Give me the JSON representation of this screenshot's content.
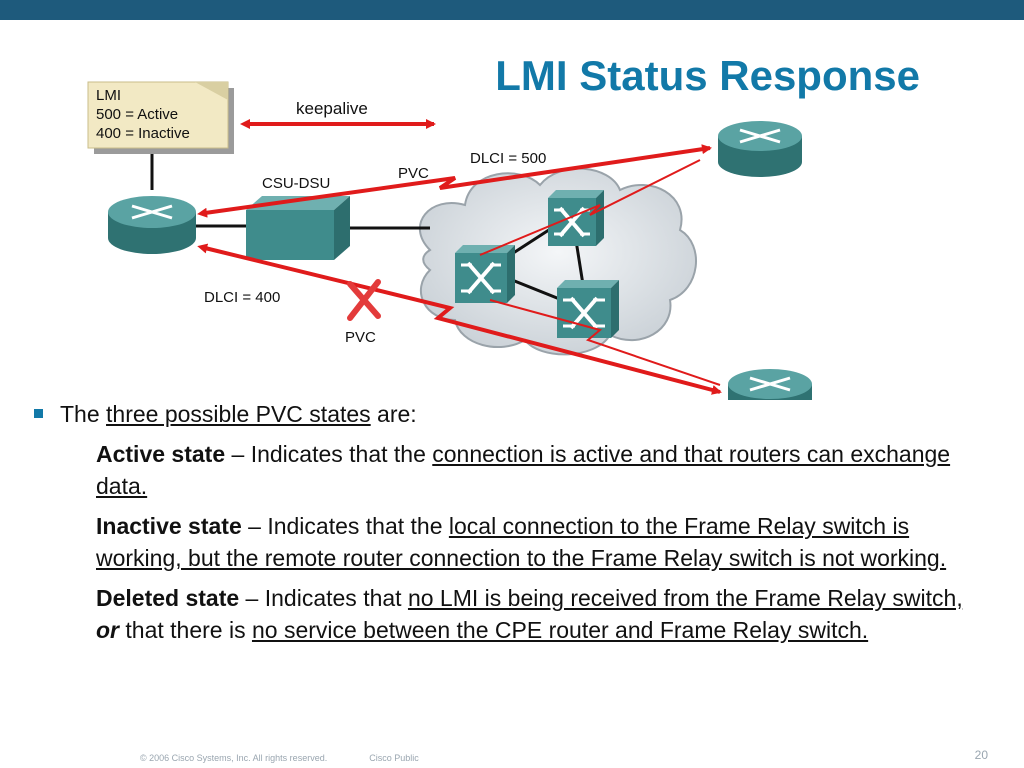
{
  "slide": {
    "title": "LMI Status Response",
    "page_number": "20"
  },
  "diagram": {
    "note_lines": [
      "LMI",
      "500 = Active",
      "400 = Inactive"
    ],
    "keepalive_label": "keepalive",
    "csu_dsu_label": "CSU-DSU",
    "pvc_label_top": "PVC",
    "dlci_500_label": "DLCI = 500",
    "dlci_400_label": "DLCI = 400",
    "pvc_label_bottom": "PVC",
    "colors": {
      "link": "#e01b1b",
      "device": "#3f8c8c",
      "cloud": "#d8dde2"
    }
  },
  "content": {
    "intro_prefix": "The ",
    "intro_underlined": "three possible PVC states",
    "intro_suffix": " are:",
    "active": {
      "term": "Active state",
      "dash": " – Indicates that the ",
      "underlined": "connection is active and that routers can exchange data."
    },
    "inactive": {
      "term": "Inactive state",
      "dash": " – Indicates that the ",
      "underlined": "local connection to the Frame Relay switch is working, but the remote router connection to the Frame Relay switch is not working."
    },
    "deleted": {
      "term": "Deleted state",
      "dash": " – Indicates that ",
      "underlined1": "no LMI is being received from the Frame Relay switch,",
      "or": "or",
      "middle": " that there is ",
      "underlined2": "no service between the CPE router and Frame Relay switch."
    }
  },
  "footer": {
    "copyright": "© 2006 Cisco Systems, Inc. All rights reserved.",
    "classification": "Cisco Public"
  }
}
